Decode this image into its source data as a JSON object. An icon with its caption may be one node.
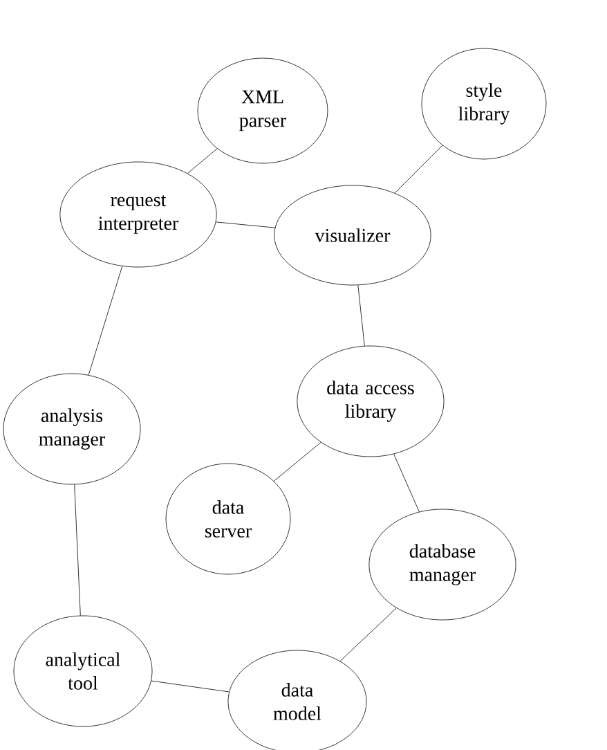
{
  "diagram": {
    "nodes": [
      {
        "text": [
          "XML parser"
        ]
      },
      {
        "text": [
          "style library"
        ]
      },
      {
        "text": [
          "request interpreter"
        ]
      },
      {
        "text": [
          "visualizer"
        ]
      },
      {
        "text": [
          "analysis manager"
        ]
      },
      {
        "text": [
          "data access library"
        ]
      },
      {
        "text": [
          "data server"
        ]
      },
      {
        "text": [
          "database manager"
        ]
      },
      {
        "text": [
          "analytical tool"
        ]
      },
      {
        "text": [
          "data model"
        ]
      }
    ],
    "edges": [
      {
        "from": 0,
        "to": 2,
        "arrow": "none"
      },
      {
        "from": 2,
        "to": 3,
        "arrow": "none"
      },
      {
        "from": 1,
        "to": 3,
        "arrow": "none"
      },
      {
        "from": 2,
        "to": 4,
        "arrow": "none"
      },
      {
        "from": 3,
        "to": 5,
        "arrow": "none"
      },
      {
        "from": 5,
        "to": 6,
        "arrow": "none"
      },
      {
        "from": 5,
        "to": 7,
        "arrow": "none"
      },
      {
        "from": 4,
        "to": 8,
        "arrow": "none"
      },
      {
        "from": 8,
        "to": 9,
        "arrow": "none"
      },
      {
        "from": 7,
        "to": 9,
        "arrow": "none"
      }
    ]
  }
}
